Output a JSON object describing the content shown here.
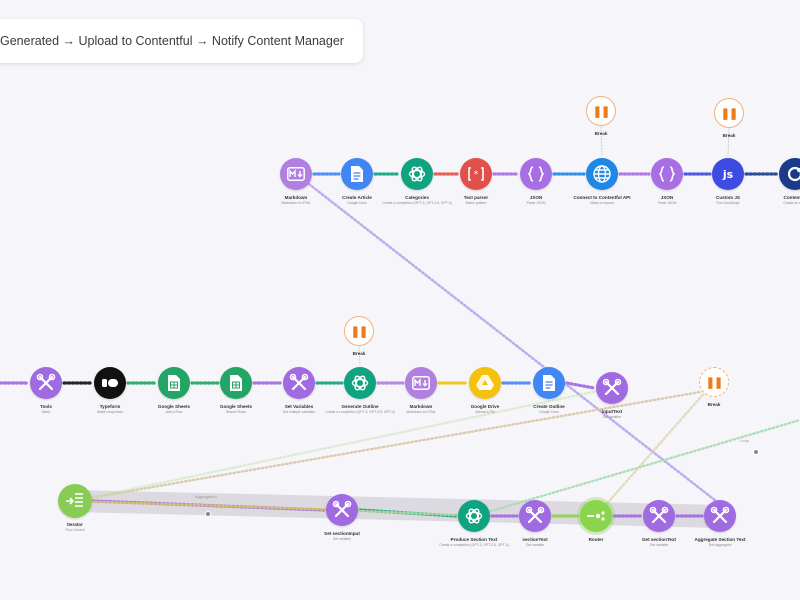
{
  "banner": {
    "text": "Generated → Upload to Contentful → Notify Content Manager"
  },
  "colors": {
    "markdown": "#b07fe0",
    "docs": "#4285f4",
    "openai": "#10a37f",
    "textparser": "#e2504b",
    "json": "#a76fe3",
    "http": "#1f88e5",
    "js": "#3d4be0",
    "contentful": "#1b3a8c",
    "tools": "#a06ae0",
    "typeform": "#111111",
    "sheets": "#22a565",
    "gdrive": "#f4c20d",
    "iterator": "#88cc55",
    "router": "#8ad44e",
    "break": "#ee7a1a"
  },
  "row1": [
    {
      "id": "markdown1",
      "label": "Markdown",
      "sub": "Markdown to HTML",
      "icon": "markdown-icon"
    },
    {
      "id": "create-article",
      "label": "Create Article",
      "sub": "Google Docs",
      "icon": "document-icon"
    },
    {
      "id": "categories",
      "label": "Categories",
      "sub": "Create a completion (GPT-3, GPT-3.5, GPT-4)",
      "icon": "openai-icon"
    },
    {
      "id": "text-parser",
      "label": "Text parser",
      "sub": "Match pattern",
      "icon": "regex-icon"
    },
    {
      "id": "json1",
      "label": "JSON",
      "sub": "Parse JSON",
      "icon": "json-icon"
    },
    {
      "id": "connect-contentful",
      "label": "Connect to Contentful API",
      "sub": "Make a request",
      "icon": "globe-icon"
    },
    {
      "id": "json2",
      "label": "JSON",
      "sub": "Parse JSON",
      "icon": "json-icon"
    },
    {
      "id": "custom-js",
      "label": "Custom JS",
      "sub": "Run JavaScript",
      "icon": "js-icon"
    },
    {
      "id": "contentful",
      "label": "Contentful",
      "sub": "Create an entry",
      "icon": "contentful-icon"
    }
  ],
  "row2": [
    {
      "id": "tools1",
      "label": "Tools",
      "sub": "Sleep",
      "icon": "tools-icon"
    },
    {
      "id": "typeform",
      "label": "Typeform",
      "sub": "Watch responses",
      "icon": "typeform-icon"
    },
    {
      "id": "sheets1",
      "label": "Google Sheets",
      "sub": "Add a Row",
      "icon": "sheets-icon"
    },
    {
      "id": "sheets2",
      "label": "Google Sheets",
      "sub": "Search Rows",
      "icon": "sheets-icon"
    },
    {
      "id": "set-variables",
      "label": "Set Variables",
      "sub": "Set multiple variables",
      "icon": "tools-icon"
    },
    {
      "id": "generate-outline",
      "label": "Generate Outline",
      "sub": "Create a completion (GPT-3, GPT-3.5, GPT-4)",
      "icon": "openai-icon"
    },
    {
      "id": "markdown2",
      "label": "Markdown",
      "sub": "Markdown to HTML",
      "icon": "markdown-icon"
    },
    {
      "id": "google-drive",
      "label": "Google Drive",
      "sub": "Upload a File",
      "icon": "drive-icon"
    },
    {
      "id": "create-outline",
      "label": "Create Outline",
      "sub": "Google Docs",
      "icon": "document-icon"
    },
    {
      "id": "inputtext",
      "label": "inputText",
      "sub": "Set variable",
      "icon": "tools-icon"
    }
  ],
  "row3": [
    {
      "id": "iterator",
      "label": "Iterator",
      "sub": "Flow Control",
      "icon": "iterator-icon"
    },
    {
      "id": "set-sectioninput",
      "label": "Set sectionInput",
      "sub": "Set variable",
      "icon": "tools-icon"
    },
    {
      "id": "produce-section-text",
      "label": "Produce Section Text",
      "sub": "Create a completion (GPT-3, GPT-3.5, GPT-4)",
      "icon": "openai-icon"
    },
    {
      "id": "sectiontext",
      "label": "sectionText",
      "sub": "Get variable",
      "icon": "tools-icon"
    },
    {
      "id": "router",
      "label": "Router",
      "sub": "",
      "icon": "router-icon"
    },
    {
      "id": "get-sectiontext",
      "label": "Get sectionText",
      "sub": "Get variable",
      "icon": "tools-icon"
    },
    {
      "id": "aggregate-section-text",
      "label": "Aggregate Section Text",
      "sub": "Text aggregator",
      "icon": "tools-icon"
    }
  ],
  "breaks": [
    {
      "id": "break1",
      "label": "Break"
    },
    {
      "id": "break2",
      "label": "Break"
    },
    {
      "id": "break3",
      "label": "Break"
    },
    {
      "id": "break4",
      "label": "Break"
    }
  ],
  "route_labels": {
    "iterator_route": "Aggregation",
    "green_route": "Loop"
  }
}
